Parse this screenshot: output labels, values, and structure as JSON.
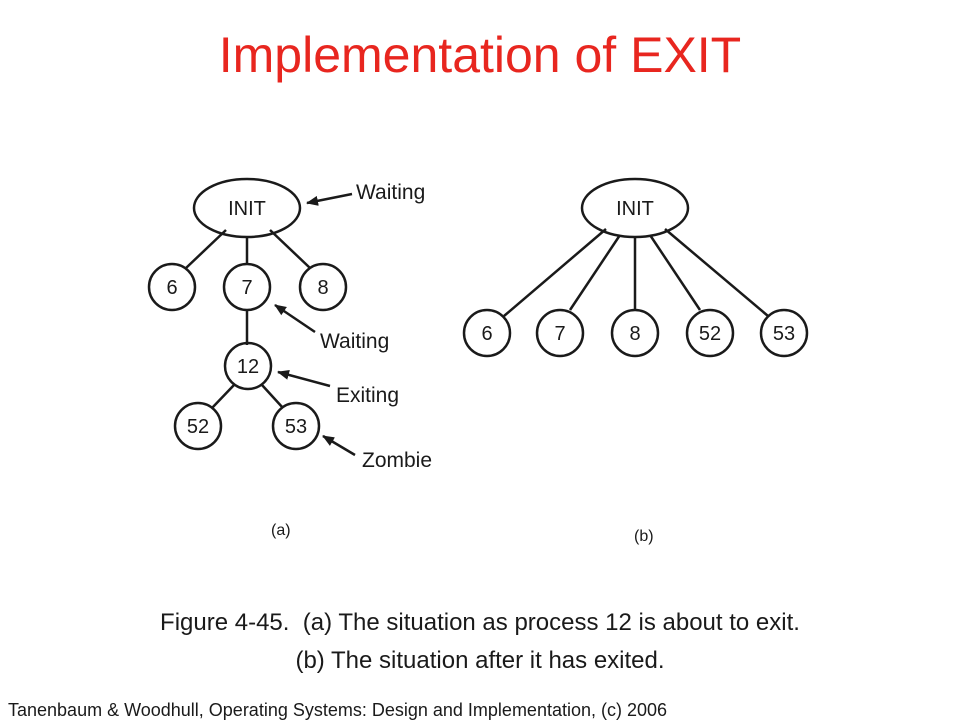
{
  "title": "Implementation of EXIT",
  "diagram_a": {
    "sublabel": "(a)",
    "nodes": {
      "init": "INIT",
      "p6": "6",
      "p7": "7",
      "p8": "8",
      "p12": "12",
      "p52": "52",
      "p53": "53"
    },
    "annotations": {
      "init_state": "Waiting",
      "p7_state": "Waiting",
      "p12_state": "Exiting",
      "p53_state": "Zombie"
    }
  },
  "diagram_b": {
    "sublabel": "(b)",
    "nodes": {
      "init": "INIT",
      "p6": "6",
      "p7": "7",
      "p8": "8",
      "p52": "52",
      "p53": "53"
    }
  },
  "caption": {
    "line1": "Figure 4-45.  (a) The situation as process 12 is about to exit.",
    "line2": "(b) The situation after it has exited."
  },
  "footer": "Tanenbaum & Woodhull, Operating Systems: Design and Implementation, (c) 2006"
}
